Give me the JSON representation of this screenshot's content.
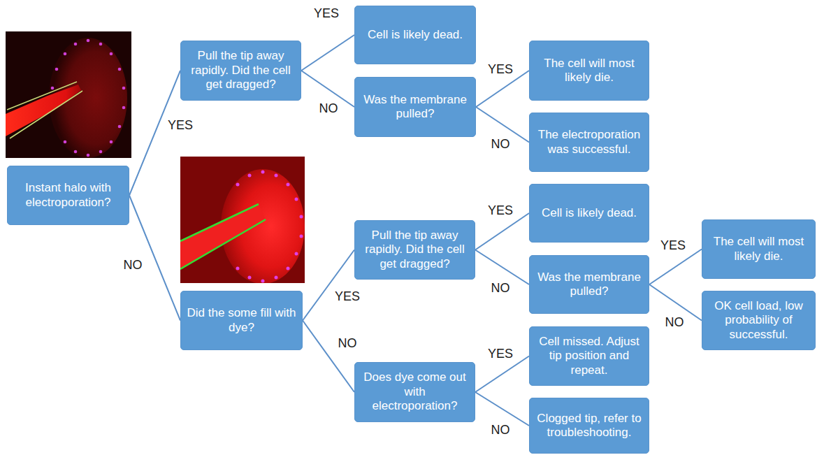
{
  "diagram": {
    "nodes": [
      {
        "text": [
          "Instant halo with electroporation?"
        ]
      },
      {
        "text": [
          "Pull the tip away rapidly. Did the cell get dragged?"
        ]
      },
      {
        "text": [
          "Cell is likely dead."
        ]
      },
      {
        "text": [
          "Was the membrane pulled?"
        ]
      },
      {
        "text": [
          "The cell will most likely die."
        ]
      },
      {
        "text": [
          "The electroporation was successful."
        ]
      },
      {
        "text": [
          "Did the some fill with dye?"
        ]
      },
      {
        "text": [
          "Pull the tip away rapidly. Did the cell get dragged?"
        ]
      },
      {
        "text": [
          "Cell is likely dead."
        ]
      },
      {
        "text": [
          "Was the membrane pulled?"
        ]
      },
      {
        "text": [
          "The cell will most likely die."
        ]
      },
      {
        "text": [
          "OK cell load, low probability of successful."
        ]
      },
      {
        "text": [
          "Does dye come out with electroporation?"
        ]
      },
      {
        "text": [
          "Cell missed. Adjust tip position and repeat."
        ]
      },
      {
        "text": [
          "Clogged tip, refer to troubleshooting."
        ]
      }
    ],
    "edges": [
      {
        "from": 0,
        "to": 1,
        "arrow": "none",
        "label": "YES"
      },
      {
        "from": 0,
        "to": 6,
        "arrow": "none",
        "label": "NO"
      },
      {
        "from": 1,
        "to": 2,
        "arrow": "none",
        "label": "YES"
      },
      {
        "from": 1,
        "to": 3,
        "arrow": "none",
        "label": "NO"
      },
      {
        "from": 3,
        "to": 4,
        "arrow": "none",
        "label": "YES"
      },
      {
        "from": 3,
        "to": 5,
        "arrow": "none",
        "label": "NO"
      },
      {
        "from": 6,
        "to": 7,
        "arrow": "none",
        "label": "YES"
      },
      {
        "from": 6,
        "to": 12,
        "arrow": "none",
        "label": "NO"
      },
      {
        "from": 7,
        "to": 8,
        "arrow": "none",
        "label": "YES"
      },
      {
        "from": 7,
        "to": 9,
        "arrow": "none",
        "label": "NO"
      },
      {
        "from": 9,
        "to": 10,
        "arrow": "none",
        "label": "YES"
      },
      {
        "from": 9,
        "to": 11,
        "arrow": "none",
        "label": "NO"
      },
      {
        "from": 12,
        "to": 13,
        "arrow": "none",
        "label": "YES"
      },
      {
        "from": 12,
        "to": 14,
        "arrow": "none",
        "label": "NO"
      }
    ]
  }
}
